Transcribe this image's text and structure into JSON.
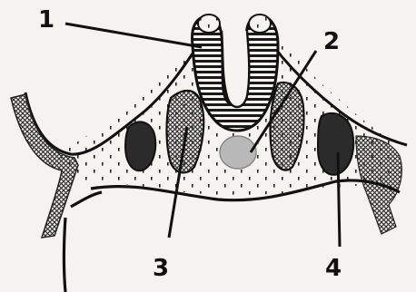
{
  "labels": {
    "one": "1",
    "two": "2",
    "three": "3",
    "four": "4"
  },
  "colors": {
    "paper": "#f4f3ef",
    "ink": "#111111",
    "shading": "#3a3a3a",
    "notochord": "#b9b9b9"
  }
}
